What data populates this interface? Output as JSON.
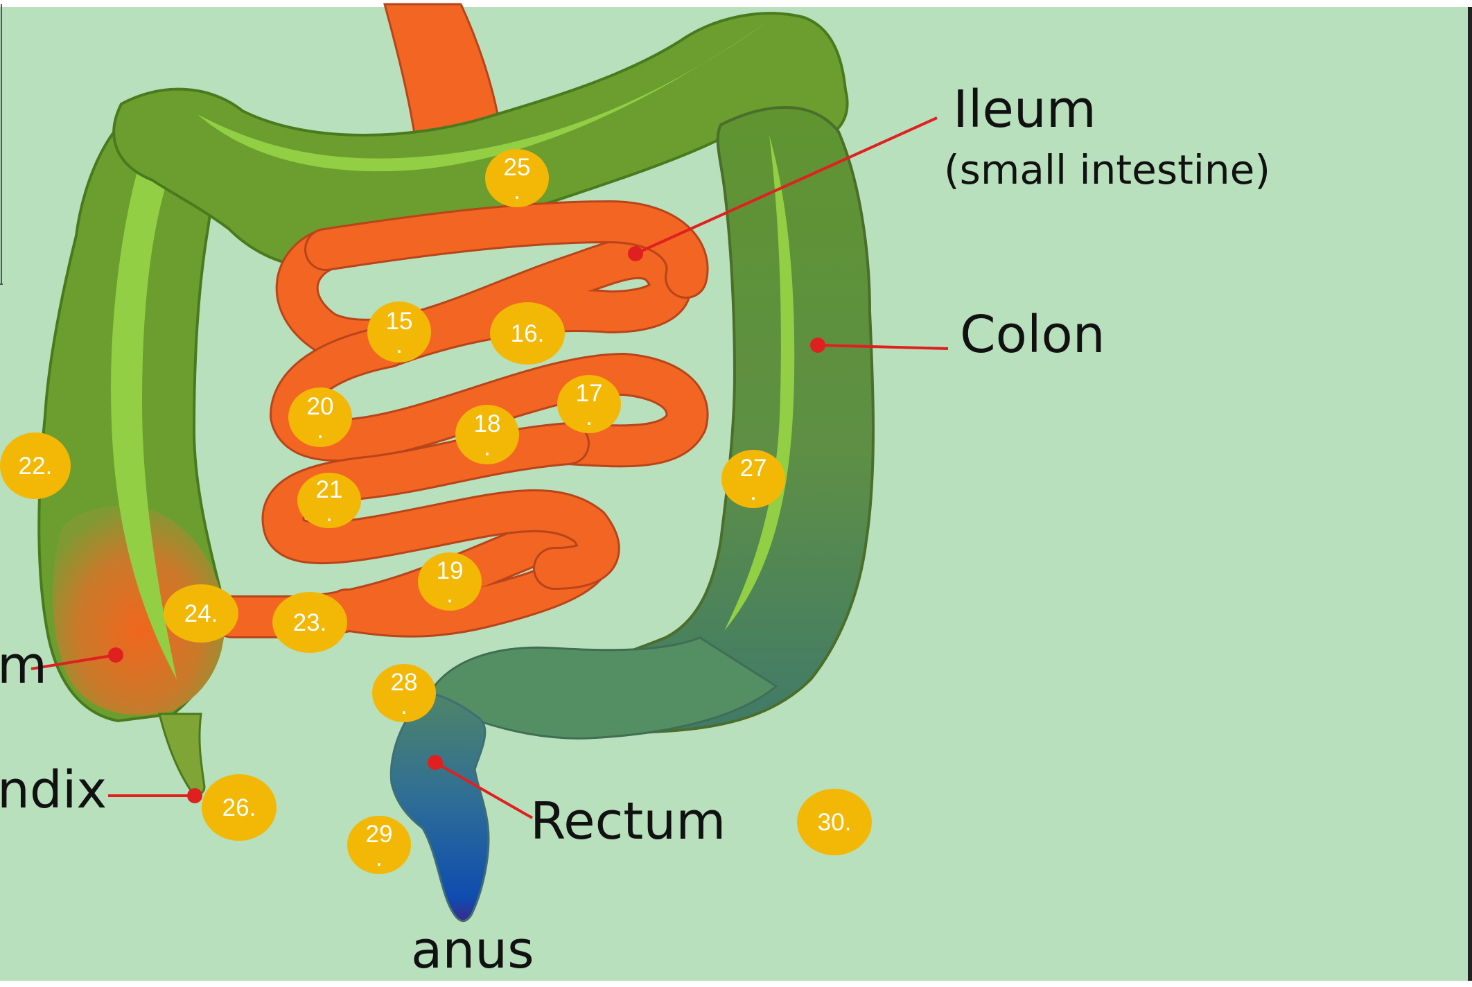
{
  "labels": {
    "ileum": "Ileum",
    "ileum_sub": "(small intestine)",
    "colon": "Colon",
    "rectum": "Rectum",
    "anus": "anus",
    "cecum_fragment": "m",
    "appendix_fragment": "ndix"
  },
  "badges": [
    {
      "line1": "25",
      "line2": "."
    },
    {
      "line1": "15",
      "line2": "."
    },
    {
      "line1": "16.",
      "line2": ""
    },
    {
      "line1": "17",
      "line2": "."
    },
    {
      "line1": "18",
      "line2": "."
    },
    {
      "line1": "20",
      "line2": "."
    },
    {
      "line1": "21",
      "line2": "."
    },
    {
      "line1": "19",
      "line2": "."
    },
    {
      "line1": "22.",
      "line2": ""
    },
    {
      "line1": "24.",
      "line2": ""
    },
    {
      "line1": "23.",
      "line2": ""
    },
    {
      "line1": "27",
      "line2": "."
    },
    {
      "line1": "28",
      "line2": "."
    },
    {
      "line1": "26.",
      "line2": ""
    },
    {
      "line1": "29",
      "line2": "."
    },
    {
      "line1": "30.",
      "line2": ""
    }
  ],
  "colors": {
    "background": "#b8e0bd",
    "colon": "#6b9e2e",
    "small_intestine": "#f26522",
    "badge": "#f3b706",
    "pointer": "#e02020"
  }
}
